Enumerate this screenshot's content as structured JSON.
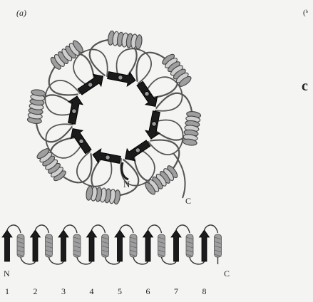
{
  "figure": {
    "panel_a_label": "(a)",
    "panel_b_label": "(ᵇ",
    "panel_b_fragment": "c",
    "structure": {
      "n_terminus": "N",
      "c_terminus": "C",
      "units": 8
    },
    "topology": {
      "n_terminus": "N",
      "c_terminus": "C",
      "units": [
        "1",
        "2",
        "3",
        "4",
        "5",
        "6",
        "7",
        "8"
      ]
    },
    "colors": {
      "strand": "#1b1b1b",
      "helix": "#9e9e9e",
      "loop": "#555555",
      "background": "#f4f4f2"
    }
  }
}
